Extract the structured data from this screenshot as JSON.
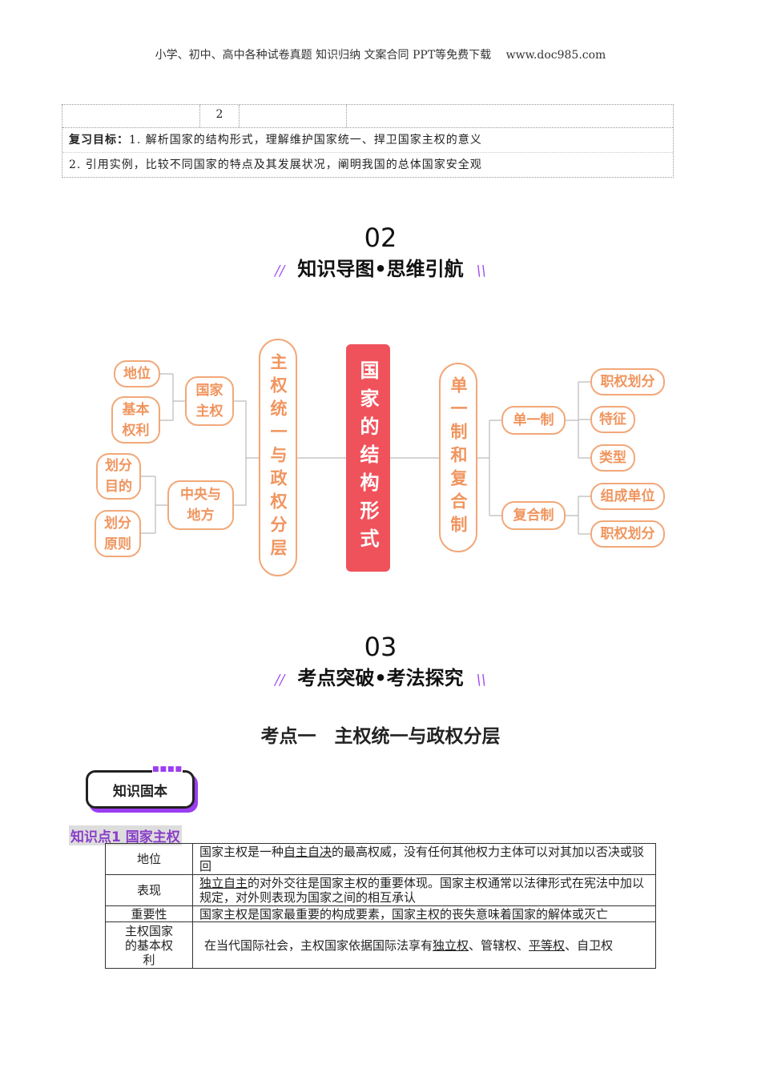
{
  "header": "小学、初中、高中各种试卷真题 知识归纳 文案合同 PPT等免费下载　 www.doc985.com",
  "top_table": {
    "cell": "2",
    "goal_label": "复习目标：",
    "goal1": "1. 解析国家的结构形式，理解维护国家统一、捍卫国家主权的意义",
    "goal2": "2. 引用实例，比较不同国家的特点及其发展状况，阐明我国的总体国家安全观"
  },
  "section2": {
    "num": "02",
    "title": "知识导图•思维引航"
  },
  "mindmap": {
    "center": "国家的结构形式",
    "left_branch": "主权统一与政权分层",
    "left_nodes": [
      "国家主权",
      "中央与地方"
    ],
    "left_leaves": [
      "地位",
      "基本权利",
      "划分目的",
      "划分原则"
    ],
    "right_branch": "单一制和复合制",
    "right_nodes": [
      "单一制",
      "复合制"
    ],
    "right_leaves": [
      "职权划分",
      "特征",
      "类型",
      "组成单位",
      "职权划分"
    ]
  },
  "section3": {
    "num": "03",
    "title": "考点突破•考法探究"
  },
  "topic": "考点一　主权统一与政权分层",
  "badge": "知识固本",
  "kp_title": "知识点1 国家主权",
  "table": [
    {
      "k": "地位",
      "a": "国家主权是一种",
      "u1": "自主自决",
      "b": "的最高权威，没有任何其他权力主体可以对其加以否决或驳回"
    },
    {
      "k": "表现",
      "u1": "独立自主",
      "b": "的对外交往是国家主权的重要体现。国家主权通常以法律形式在宪法中加以规定，对外则表现为国家之间的相互承认"
    },
    {
      "k": "重要性",
      "b": "国家主权是国家最重要的构成要素，国家主权的丧失意味着国家的解体或灭亡"
    },
    {
      "k": "主权国家的基本权利",
      "a": "在当代国际社会，主权国家依据国际法享有",
      "u1": "独立权",
      "b": "、管辖权、",
      "u2": "平等权",
      "c": "、自卫权"
    }
  ]
}
